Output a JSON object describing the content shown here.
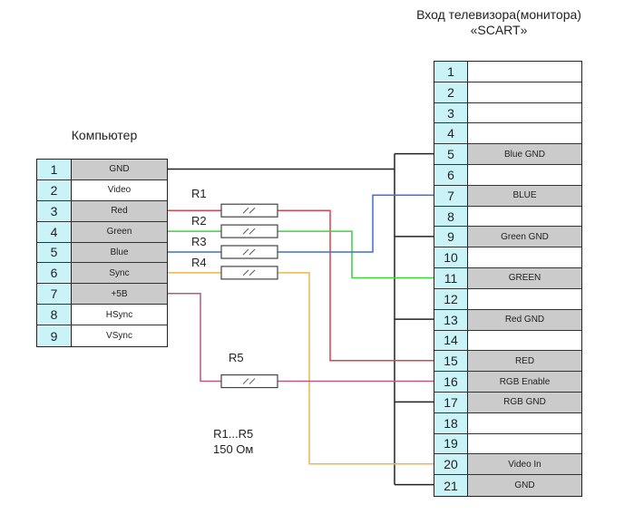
{
  "titles": {
    "tv_line1": "Вход телевизора(монитора)",
    "tv_line2": "«SCART»",
    "computer": "Компьютер"
  },
  "computer_pins": [
    {
      "num": "1",
      "label": "GND",
      "shaded": true
    },
    {
      "num": "2",
      "label": "Video",
      "shaded": false
    },
    {
      "num": "3",
      "label": "Red",
      "shaded": true
    },
    {
      "num": "4",
      "label": "Green",
      "shaded": true
    },
    {
      "num": "5",
      "label": "Blue",
      "shaded": true
    },
    {
      "num": "6",
      "label": "Sync",
      "shaded": true
    },
    {
      "num": "7",
      "label": "+5B",
      "shaded": true
    },
    {
      "num": "8",
      "label": "HSync",
      "shaded": false
    },
    {
      "num": "9",
      "label": "VSync",
      "shaded": false
    }
  ],
  "scart_pins": [
    {
      "num": "1",
      "label": "",
      "shaded": false
    },
    {
      "num": "2",
      "label": "",
      "shaded": false
    },
    {
      "num": "3",
      "label": "",
      "shaded": false
    },
    {
      "num": "4",
      "label": "",
      "shaded": false
    },
    {
      "num": "5",
      "label": "Blue GND",
      "shaded": true
    },
    {
      "num": "6",
      "label": "",
      "shaded": false
    },
    {
      "num": "7",
      "label": "BLUE",
      "shaded": true
    },
    {
      "num": "8",
      "label": "",
      "shaded": false
    },
    {
      "num": "9",
      "label": "Green GND",
      "shaded": true
    },
    {
      "num": "10",
      "label": "",
      "shaded": false
    },
    {
      "num": "11",
      "label": "GREEN",
      "shaded": true
    },
    {
      "num": "12",
      "label": "",
      "shaded": false
    },
    {
      "num": "13",
      "label": "Red GND",
      "shaded": true
    },
    {
      "num": "14",
      "label": "",
      "shaded": false
    },
    {
      "num": "15",
      "label": "RED",
      "shaded": true
    },
    {
      "num": "16",
      "label": "RGB Enable",
      "shaded": true
    },
    {
      "num": "17",
      "label": "RGB GND",
      "shaded": true
    },
    {
      "num": "18",
      "label": "",
      "shaded": false
    },
    {
      "num": "19",
      "label": "",
      "shaded": false
    },
    {
      "num": "20",
      "label": "Video In",
      "shaded": true
    },
    {
      "num": "21",
      "label": "GND",
      "shaded": true
    }
  ],
  "resistors": {
    "r1": "R1",
    "r2": "R2",
    "r3": "R3",
    "r4": "R4",
    "r5": "R5",
    "note_line1": "R1...R5",
    "note_line2": "150 Ом"
  },
  "connections": [
    {
      "from": "1",
      "to": [
        "5",
        "9",
        "13",
        "17",
        "21"
      ],
      "color": "#222222",
      "via": ""
    },
    {
      "from": "3",
      "to": [
        "15"
      ],
      "color": "#d9444f",
      "via": "R1"
    },
    {
      "from": "4",
      "to": [
        "11"
      ],
      "color": "#3fd23a",
      "via": "R2"
    },
    {
      "from": "5",
      "to": [
        "7"
      ],
      "color": "#3f6fd6",
      "via": "R3"
    },
    {
      "from": "6",
      "to": [
        "20"
      ],
      "color": "#f0b44a",
      "via": "R4"
    },
    {
      "from": "7",
      "to": [
        "16"
      ],
      "color": "#b45a86",
      "via": "R5"
    }
  ]
}
